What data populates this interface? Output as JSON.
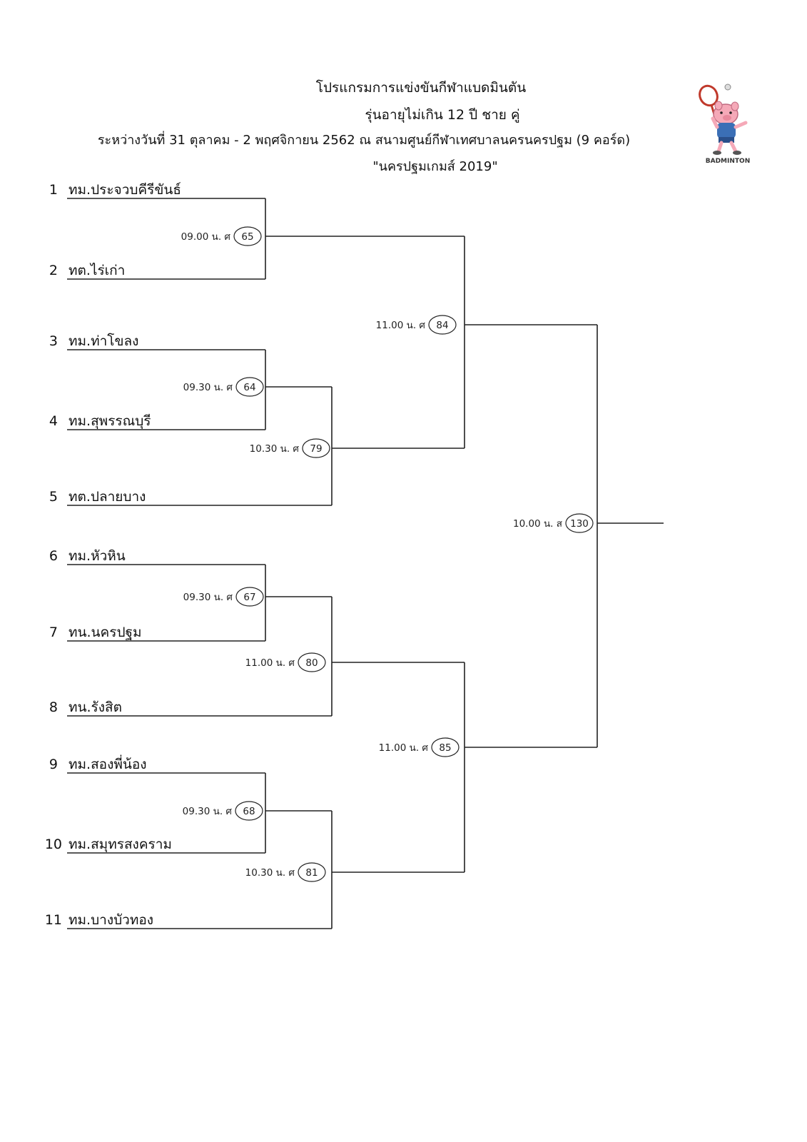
{
  "header": {
    "line1": "โปรแกรมการแข่งขันกีฬาแบดมินตัน",
    "line2": "รุ่นอายุไม่เกิน  12 ปี  ชาย  คู่",
    "line3": "ระหว่างวันที่  31  ตุลาคม  -  2 พฤศจิกายน  2562 ณ  สนามศูนย์กีฬาเทศบาลนครนครปฐม (9 คอร์ด)",
    "line4": "\"นครปฐมเกมส์ 2019\""
  },
  "logo": {
    "label": "BADMINTON",
    "icon": "pig-badminton-mascot-icon"
  },
  "teams": [
    {
      "seed": "1",
      "name": "ทม.ประจวบคีรีขันธ์"
    },
    {
      "seed": "2",
      "name": "ทต.ไร่เก่า"
    },
    {
      "seed": "3",
      "name": "ทม.ท่าโขลง"
    },
    {
      "seed": "4",
      "name": "ทม.สุพรรณบุรี"
    },
    {
      "seed": "5",
      "name": "ทต.ปลายบาง"
    },
    {
      "seed": "6",
      "name": "ทม.หัวหิน"
    },
    {
      "seed": "7",
      "name": "ทน.นครปฐม"
    },
    {
      "seed": "8",
      "name": "ทน.รังสิต"
    },
    {
      "seed": "9",
      "name": "ทม.สองพี่น้อง"
    },
    {
      "seed": "10",
      "name": "ทม.สมุทรสงคราม"
    },
    {
      "seed": "11",
      "name": "ทม.บางบัวทอง"
    }
  ],
  "matches": [
    {
      "time": "09.00 น. ศ",
      "number": "65"
    },
    {
      "time": "09.30 น. ศ",
      "number": "64"
    },
    {
      "time": "10.30 น. ศ",
      "number": "79"
    },
    {
      "time": "11.00 น. ศ",
      "number": "84"
    },
    {
      "time": "09.30 น. ศ",
      "number": "67"
    },
    {
      "time": "11.00 น. ศ",
      "number": "80"
    },
    {
      "time": "09.30 น. ศ",
      "number": "68"
    },
    {
      "time": "10.30 น. ศ",
      "number": "81"
    },
    {
      "time": "11.00 น. ศ",
      "number": "85"
    },
    {
      "time": "10.00 น. ส",
      "number": "130"
    }
  ]
}
